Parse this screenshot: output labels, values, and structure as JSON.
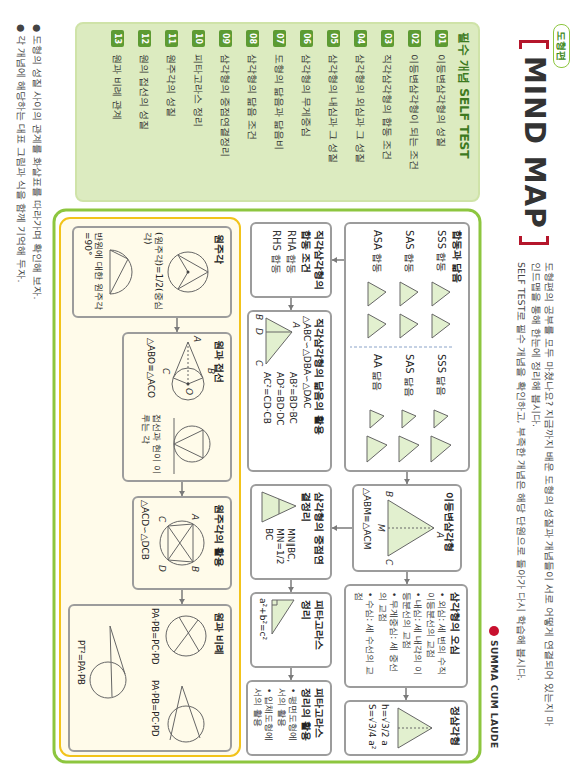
{
  "diagram": {
    "title": "MIND MAP",
    "nodes": [
      {
        "text": [
          "필수 개념 SELF TEST"
        ]
      },
      {
        "text": [
          "합동과 닮음"
        ]
      },
      {
        "text": [
          "이등변삼각형"
        ]
      },
      {
        "text": [
          "삼각형의 오심"
        ]
      },
      {
        "text": [
          "정삼각형"
        ]
      },
      {
        "text": [
          "직각삼각형의 합동 조건"
        ]
      },
      {
        "text": [
          "직각삼각형의 닮음의 활용"
        ]
      },
      {
        "text": [
          "삼각형의 중점연결정리"
        ]
      },
      {
        "text": [
          "피타고라스 정리"
        ]
      },
      {
        "text": [
          "피타고라스 정리의 활용"
        ]
      },
      {
        "text": [
          "원주각"
        ]
      },
      {
        "text": [
          "원과 접선"
        ]
      },
      {
        "text": [
          "원주각의 활용"
        ]
      },
      {
        "text": [
          "원과 비례"
        ]
      }
    ],
    "edges": [
      {
        "from": 1,
        "to": 2,
        "arrow": "to"
      },
      {
        "from": 2,
        "to": 3,
        "arrow": "to"
      },
      {
        "from": 3,
        "to": 4,
        "arrow": "to"
      },
      {
        "from": 1,
        "to": 5,
        "arrow": "to"
      },
      {
        "from": 5,
        "to": 6,
        "arrow": "to"
      },
      {
        "from": 2,
        "to": 7,
        "arrow": "to"
      },
      {
        "from": 7,
        "to": 8,
        "arrow": "to"
      },
      {
        "from": 8,
        "to": 9,
        "arrow": "to"
      },
      {
        "from": 10,
        "to": 11,
        "arrow": "to"
      },
      {
        "from": 11,
        "to": 12,
        "arrow": "to"
      },
      {
        "from": 12,
        "to": 13,
        "arrow": "to"
      }
    ],
    "labels": [
      "도형편",
      "도형편의 공부를 모두 마쳤나요? 지금까지 배운 도형의 성질과 개념들이 서로 어떻게 연결되어 있는지 마인드맵을 통해 한눈에 정리해 봅시다.",
      "SELF TEST로 필수 개념을 확인하고, 부족한 개념은 해당 단원으로 돌아가 다시 학습해 봅시다.",
      "SUMMA CUM LAUDE",
      "01",
      "이등변삼각형의 성질",
      "02",
      "이등변삼각형이 되는 조건",
      "03",
      "직각삼각형의 합동 조건",
      "04",
      "삼각형의 외심과 그 성질",
      "05",
      "삼각형의 내심과 그 성질",
      "06",
      "삼각형의 무게중심",
      "07",
      "도형의 닮음과 닮음비",
      "08",
      "삼각형의 닮음 조건",
      "09",
      "삼각형의 중점연결정리",
      "10",
      "피타고라스 정리",
      "11",
      "원주각의 성질",
      "12",
      "원의 접선의 성질",
      "13",
      "원과 비례 관계",
      "SSS 합동",
      "SAS 합동",
      "ASA 합동",
      "SSS 닮음",
      "SAS 닮음",
      "AA 닮음",
      "A",
      "B",
      "M",
      "C",
      "△ABM≡△ACM",
      "• 외심: 세 변의 수직이등분선의 교점",
      "• 내심: 세 내각의 이등분선의 교점",
      "• 무게중심: 세 중선의 교점",
      "• 수심: 세 수선의 교점",
      "h=√3/2 a",
      "S=√3/4 a²",
      "RHA 합동",
      "RHS 합동",
      "△ABC∽△DBA∽△DAC",
      "A",
      "B",
      "D",
      "C",
      "AB²=BD·BC",
      "AD²=BD·DC",
      "AC²=CD·CB",
      "MN∥BC, MN=1/2 BC",
      "a²+b²=c²",
      "• 평면도형에서의 활용",
      "• 입체도형에서의 활용",
      "(원주각)=1/2(중심각)",
      "반원에 대한 원주각=90°",
      "A",
      "B",
      "C",
      "O",
      "△ABO≡△ACO",
      "접선과 현이 이루는 각",
      "A",
      "B",
      "C",
      "D",
      "△ACD∽△DCB",
      "PA·PB=PC·PD",
      "PA·PB=PC·PD",
      "PT²=PA·PB",
      "● 도형의 성질 사이의 관계를 화살표를 따라가며 확인해 보자.",
      "● 각 개념에 해당하는 대표 그림과 식을 함께 기억해 두자."
    ]
  }
}
